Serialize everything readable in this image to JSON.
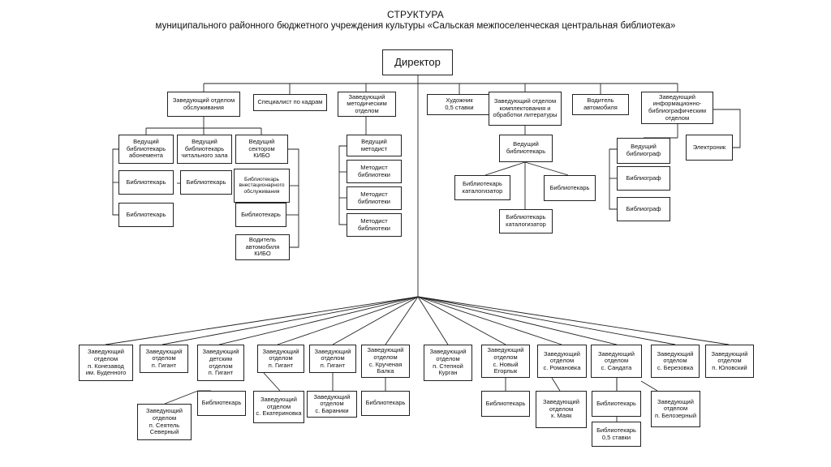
{
  "title": "СТРУКТУРА",
  "subtitle": "муниципального районного бюджетного учреждения культуры «Сальская межпоселенческая центральная библиотека»",
  "nodes": {
    "director": "Директор",
    "head_service": "Заведующий отделом\nобслуживания",
    "hr": "Специалист по кадрам",
    "head_method": "Заведующий\nметодическим отделом",
    "artist": "Художник\n0,5 ставки",
    "head_acq": "Заведующий отделом\nкомплектования и\nобработки литературы",
    "driver": "Водитель\nавтомобиля",
    "head_info": "Заведующий\nинформационно-\nбиблиографическим\nотделом",
    "lead_lib_abon": "Ведущий\nбиблиотекарь\nабонемента",
    "lead_lib_read": "Ведущий\nбиблиотекарь\nчитального зала",
    "lead_kibo": "Ведущий\nсектором\nКИБО",
    "lib_a1": "Библиотекарь",
    "lib_a2": "Библиотекарь",
    "lib_r1": "Библиотекарь",
    "lib_kibo_out": "Библиотекарь\nвнестационарного\nобслуживания",
    "lib_kibo": "Библиотекарь",
    "driver_kibo": "Водитель\nавтомобиля\nКИБО",
    "lead_method": "Ведущий\nметодист",
    "method1": "Методист\nбиблиотеки",
    "method2": "Методист\nбиблиотеки",
    "method3": "Методист\nбиблиотеки",
    "lead_lib_acq": "Ведущий\nбиблиотекарь",
    "lib_cat1": "Библиотекарь\nкаталогизатор",
    "lib_acq": "Библиотекарь",
    "lib_cat2": "Библиотекарь\nкаталогизатор",
    "lead_bibl": "Ведущий\nбиблиограф",
    "bibl1": "Библиограф",
    "bibl2": "Библиограф",
    "electronic": "Электроник",
    "br1": "Заведующий\nотделом\nп. Конезавод\nим. Буденного",
    "br2": "Заведующий\nотделом\nп. Гигант",
    "br3": "Заведующий\nдетским\nотделом\nп. Гигант",
    "br4": "Заведующий\nотделом\nп. Гигант",
    "br5": "Заведующий\nотделом\nп. Гигант",
    "br6": "Заведующий\nотделом\nс. Крученая\nБалка",
    "br7": "Заведующий\nотделом\nп. Степной\nКурган",
    "br8": "Заведующий\nотделом\nс. Новый\nЕгорлык",
    "br9": "Заведующий\nотделом\nс. Романовка",
    "br10": "Заведующий\nотделом\nс. Сандата",
    "br11": "Заведующий\nотделом\nс. Березовка",
    "br12": "Заведующий\nотделом\nп. Юловский",
    "sub_seyatel": "Заведующий\nотделом\nп. Сеятель\nСеверный",
    "sub_lib3": "Библиотекарь",
    "sub_ekat": "Заведующий\nотделом\nс. Екатериновка",
    "sub_baran": "Заведующий\nотделом\nс. Бараники",
    "sub_lib6": "Библиотекарь",
    "sub_lib8": "Библиотекарь",
    "sub_mayak": "Заведующий\nотделом\nх. Маяк",
    "sub_lib10": "Библиотекарь",
    "sub_lib10b": "Библиотекарь\n0,5 ставки",
    "sub_belozer": "Заведующий\nотделом\nп. Белозерный"
  }
}
